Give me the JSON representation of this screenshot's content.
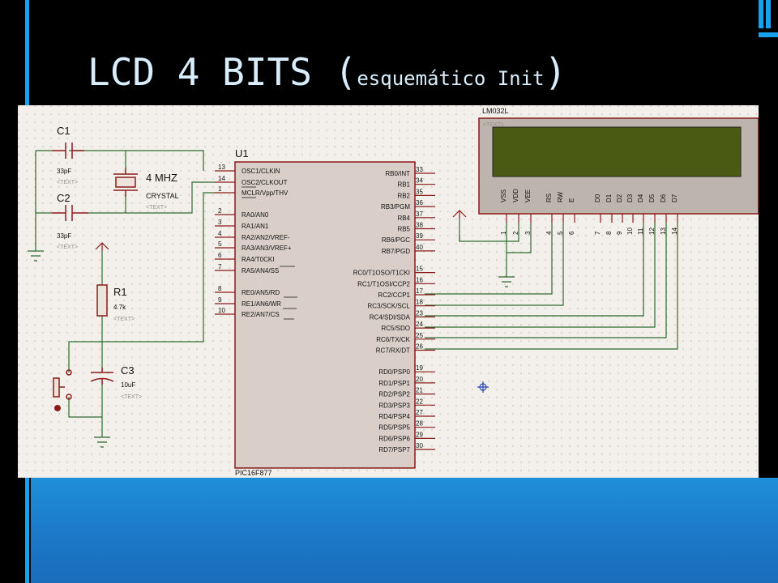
{
  "slide": {
    "title_main": "LCD 4 BITS (",
    "title_sub": "esquemático Init",
    "title_close": ")"
  },
  "schematic": {
    "mcu": {
      "ref": "U1",
      "part": "PIC16F877",
      "left_pins": [
        {
          "num": "13",
          "name": "OSC1/CLKIN"
        },
        {
          "num": "14",
          "name": "OSC2/CLKOUT"
        },
        {
          "num": "1",
          "name": "MCLR/Vpp/THV"
        },
        {
          "num": "2",
          "name": "RA0/AN0"
        },
        {
          "num": "3",
          "name": "RA1/AN1"
        },
        {
          "num": "4",
          "name": "RA2/AN2/VREF-"
        },
        {
          "num": "5",
          "name": "RA3/AN3/VREF+"
        },
        {
          "num": "6",
          "name": "RA4/T0CKI"
        },
        {
          "num": "7",
          "name": "RA5/AN4/SS"
        },
        {
          "num": "8",
          "name": "RE0/AN5/RD"
        },
        {
          "num": "9",
          "name": "RE1/AN6/WR"
        },
        {
          "num": "10",
          "name": "RE2/AN7/CS"
        }
      ],
      "right_pins": [
        {
          "num": "33",
          "name": "RB0/INT"
        },
        {
          "num": "34",
          "name": "RB1"
        },
        {
          "num": "35",
          "name": "RB2"
        },
        {
          "num": "36",
          "name": "RB3/PGM"
        },
        {
          "num": "37",
          "name": "RB4"
        },
        {
          "num": "38",
          "name": "RB5"
        },
        {
          "num": "39",
          "name": "RB6/PGC"
        },
        {
          "num": "40",
          "name": "RB7/PGD"
        },
        {
          "num": "15",
          "name": "RC0/T1OSO/T1CKI"
        },
        {
          "num": "16",
          "name": "RC1/T1OSI/CCP2"
        },
        {
          "num": "17",
          "name": "RC2/CCP1"
        },
        {
          "num": "18",
          "name": "RC3/SCK/SCL"
        },
        {
          "num": "23",
          "name": "RC4/SDI/SDA"
        },
        {
          "num": "24",
          "name": "RC5/SDO"
        },
        {
          "num": "25",
          "name": "RC6/TX/CK"
        },
        {
          "num": "26",
          "name": "RC7/RX/DT"
        },
        {
          "num": "19",
          "name": "RD0/PSP0"
        },
        {
          "num": "20",
          "name": "RD1/PSP1"
        },
        {
          "num": "21",
          "name": "RD2/PSP2"
        },
        {
          "num": "22",
          "name": "RD3/PSP3"
        },
        {
          "num": "27",
          "name": "RD4/PSP4"
        },
        {
          "num": "28",
          "name": "RD5/PSP5"
        },
        {
          "num": "29",
          "name": "RD6/PSP6"
        },
        {
          "num": "30",
          "name": "RD7/PSP7"
        }
      ]
    },
    "lcd": {
      "model": "LM032L",
      "text_tag": "<TEXT>",
      "pins": [
        {
          "num": "1",
          "name": "VSS"
        },
        {
          "num": "2",
          "name": "VDD"
        },
        {
          "num": "3",
          "name": "VEE"
        },
        {
          "num": "4",
          "name": "RS"
        },
        {
          "num": "5",
          "name": "RW"
        },
        {
          "num": "6",
          "name": "E"
        },
        {
          "num": "7",
          "name": "D0"
        },
        {
          "num": "8",
          "name": "D1"
        },
        {
          "num": "9",
          "name": "D2"
        },
        {
          "num": "10",
          "name": "D3"
        },
        {
          "num": "11",
          "name": "D4"
        },
        {
          "num": "12",
          "name": "D5"
        },
        {
          "num": "13",
          "name": "D6"
        },
        {
          "num": "14",
          "name": "D7"
        }
      ]
    },
    "c1": {
      "ref": "C1",
      "value": "33pF",
      "text_tag": "<TEXT>"
    },
    "c2": {
      "ref": "C2",
      "value": "33pF",
      "text_tag": "<TEXT>"
    },
    "x1": {
      "value": "4 MHZ",
      "type": "CRYSTAL",
      "text_tag": "<TEXT>"
    },
    "r1": {
      "ref": "R1",
      "value": "4.7k",
      "text_tag": "<TEXT>"
    },
    "c3": {
      "ref": "C3",
      "value": "10uF",
      "text_tag": "<TEXT>"
    }
  },
  "colors": {
    "background": "#000000",
    "blue_band": "#1b79c8",
    "accent_bar": "#17a2ee",
    "title": "#d9eefc",
    "canvas": "#f3f0ec",
    "component_outline": "#8b1a1a",
    "ic_fill": "#d9cfc8",
    "wire": "#2f6b2f",
    "lcd_screen": "#4b5a12"
  }
}
